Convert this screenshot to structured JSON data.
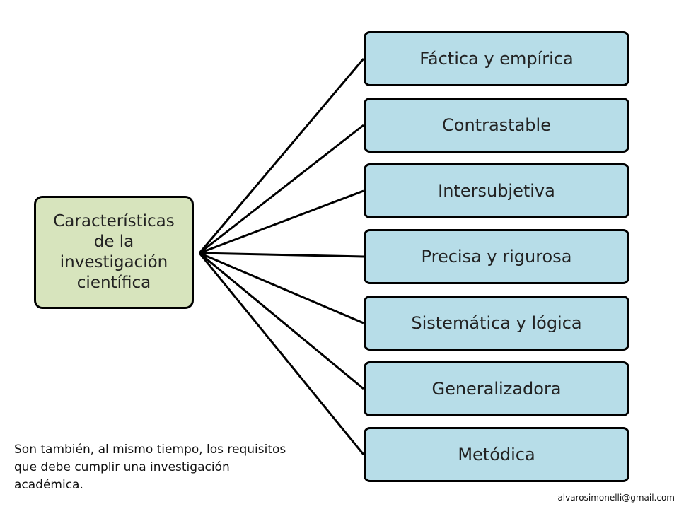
{
  "diagram": {
    "center_label": "Características\nde la\ninvestigación\ncientífica",
    "branches": [
      {
        "label": "Fáctica y empírica"
      },
      {
        "label": "Contrastable"
      },
      {
        "label": "Intersubjetiva"
      },
      {
        "label": "Precisa y rigurosa"
      },
      {
        "label": "Sistemática y lógica"
      },
      {
        "label": "Generalizadora"
      },
      {
        "label": "Metódica"
      }
    ]
  },
  "note": "Son  también, al mismo  tiempo, los requisitos\nque debe cumplir una investigación\nacadémica.",
  "footer": {
    "email": "alvarosimonelli@gmail.com"
  },
  "colors": {
    "center_fill": "#d7e4bd",
    "branch_fill": "#b7dde8",
    "stroke": "#000000"
  }
}
